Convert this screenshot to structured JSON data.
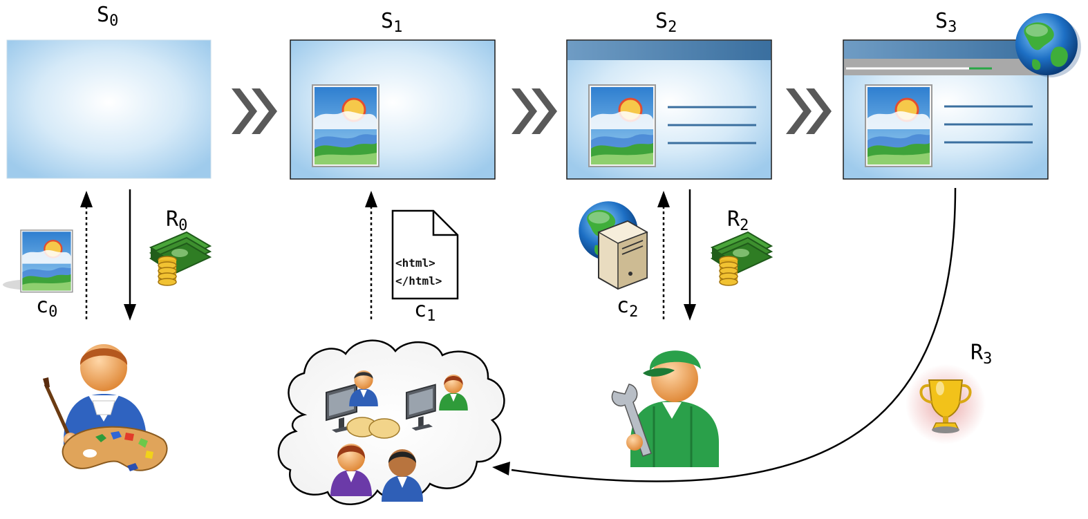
{
  "stages": [
    {
      "name": "S",
      "sub": "0"
    },
    {
      "name": "S",
      "sub": "1"
    },
    {
      "name": "S",
      "sub": "2"
    },
    {
      "name": "S",
      "sub": "3"
    }
  ],
  "contributions": [
    {
      "name": "c",
      "sub": "0"
    },
    {
      "name": "c",
      "sub": "1"
    },
    {
      "name": "c",
      "sub": "2"
    }
  ],
  "rewards": [
    {
      "name": "R",
      "sub": "0"
    },
    {
      "name": "R",
      "sub": "2"
    },
    {
      "name": "R",
      "sub": "3"
    }
  ],
  "html_doc": {
    "line1": "<html>",
    "line2": "</html>"
  },
  "icons": {
    "picture": "picture-icon",
    "document": "html-document-icon",
    "server": "globe-server-icon",
    "money": "money-stack-icon",
    "trophy": "trophy-icon",
    "globe": "globe-icon",
    "artist": "artist-person-icon",
    "crowd": "crowd-cloud-icon",
    "worker": "worker-person-icon"
  },
  "colors": {
    "screen_blue": "#a9d2ef",
    "screen_border": "#1a1a1a",
    "titlebar": "#4a7fae",
    "arrow_gray": "#595959",
    "cash_green": "#3d8f2e",
    "coin_gold": "#e7b522"
  }
}
